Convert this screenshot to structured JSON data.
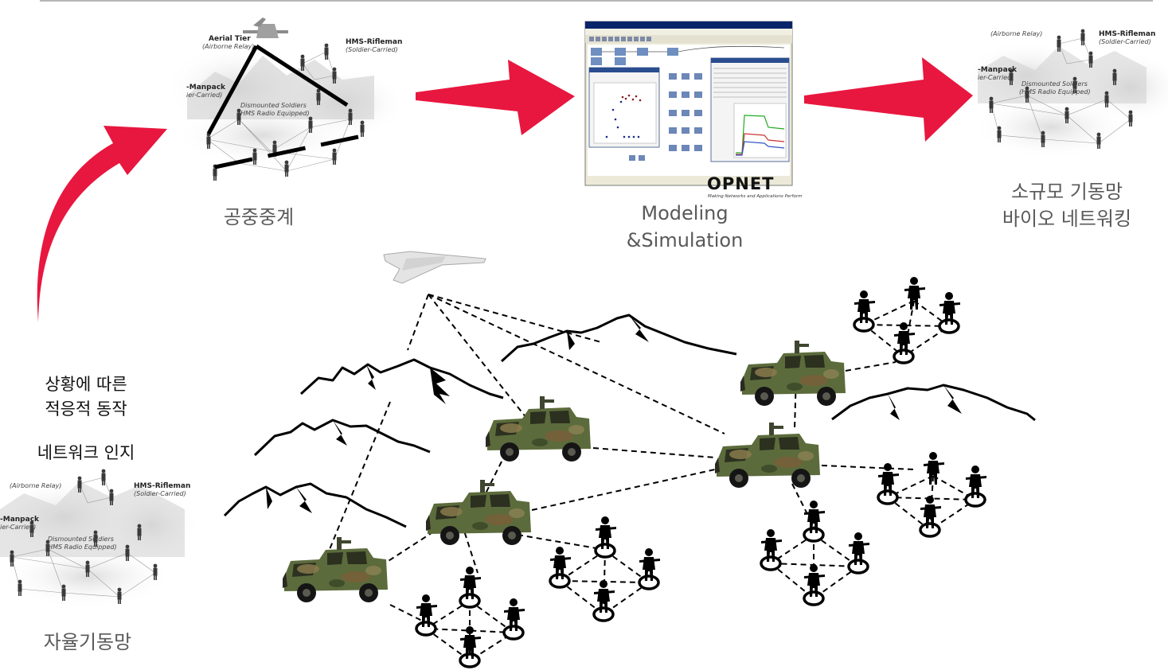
{
  "steps": {
    "aerial_relay": "공중중계",
    "modeling_line1": "Modeling",
    "modeling_line2": "&Simulation",
    "small_mobile_line1": "소규모 기동망",
    "small_mobile_line2": "바이오 네트워킹",
    "autonomous": "자율기동망"
  },
  "left_caption": {
    "line1": "상황에 따른",
    "line2": "적응적 동작",
    "line3": "네트워크 인지"
  },
  "scenario_panel": {
    "aerial_tier": "Aerial Tier",
    "airborne_relay": "(Airborne Relay)",
    "hms_rifleman": "HMS-Rifleman",
    "soldier_carried": "(Soldier-Carried)",
    "manpack": "-Manpack",
    "manpack_sub": "ier-Carried)",
    "dismounted": "Dismounted Soldiers",
    "hms_equipped": "(HMS Radio Equipped)"
  },
  "opnet": {
    "logo": "OPNET",
    "tagline": "Making Networks and Applications Perform"
  },
  "colors": {
    "arrow": "#e8173f",
    "label_gray": "#595959",
    "label_black": "#111111",
    "camo_base": "#5c6b3c"
  }
}
